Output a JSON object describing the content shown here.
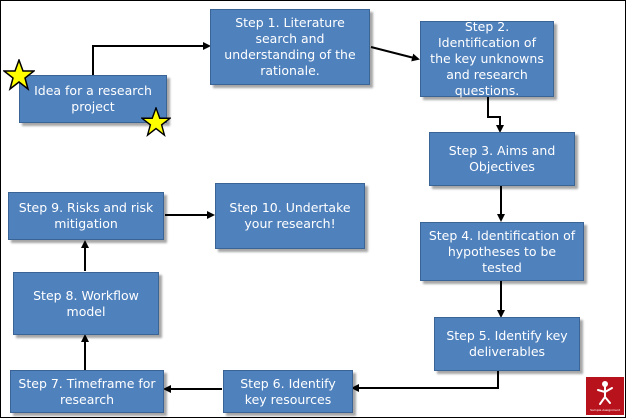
{
  "boxes": {
    "idea": "Idea for a research project",
    "step1": "Step 1. Literature search and understanding of the rationale.",
    "step2": "Step 2. Identification of the key unknowns and research questions.",
    "step3": "Step 3. Aims and Objectives",
    "step4": "Step 4. Identification of hypotheses to be tested",
    "step5": "Step 5. Identify key deliverables",
    "step6": "Step 6. Identify key resources",
    "step7": "Step 7. Timeframe for research",
    "step8": "Step 8. Workflow model",
    "step9": "Step 9.  Risks and risk mitigation",
    "step10": "Step 10. Undertake your research!"
  },
  "logo_text": "Sample Assignment",
  "colors": {
    "box_fill": "#4f81bd",
    "arrow": "#000000",
    "star_fill": "#ffff00",
    "logo_bg": "#b8121c"
  },
  "icons": [
    "star-icon",
    "star-icon",
    "logo-icon"
  ]
}
